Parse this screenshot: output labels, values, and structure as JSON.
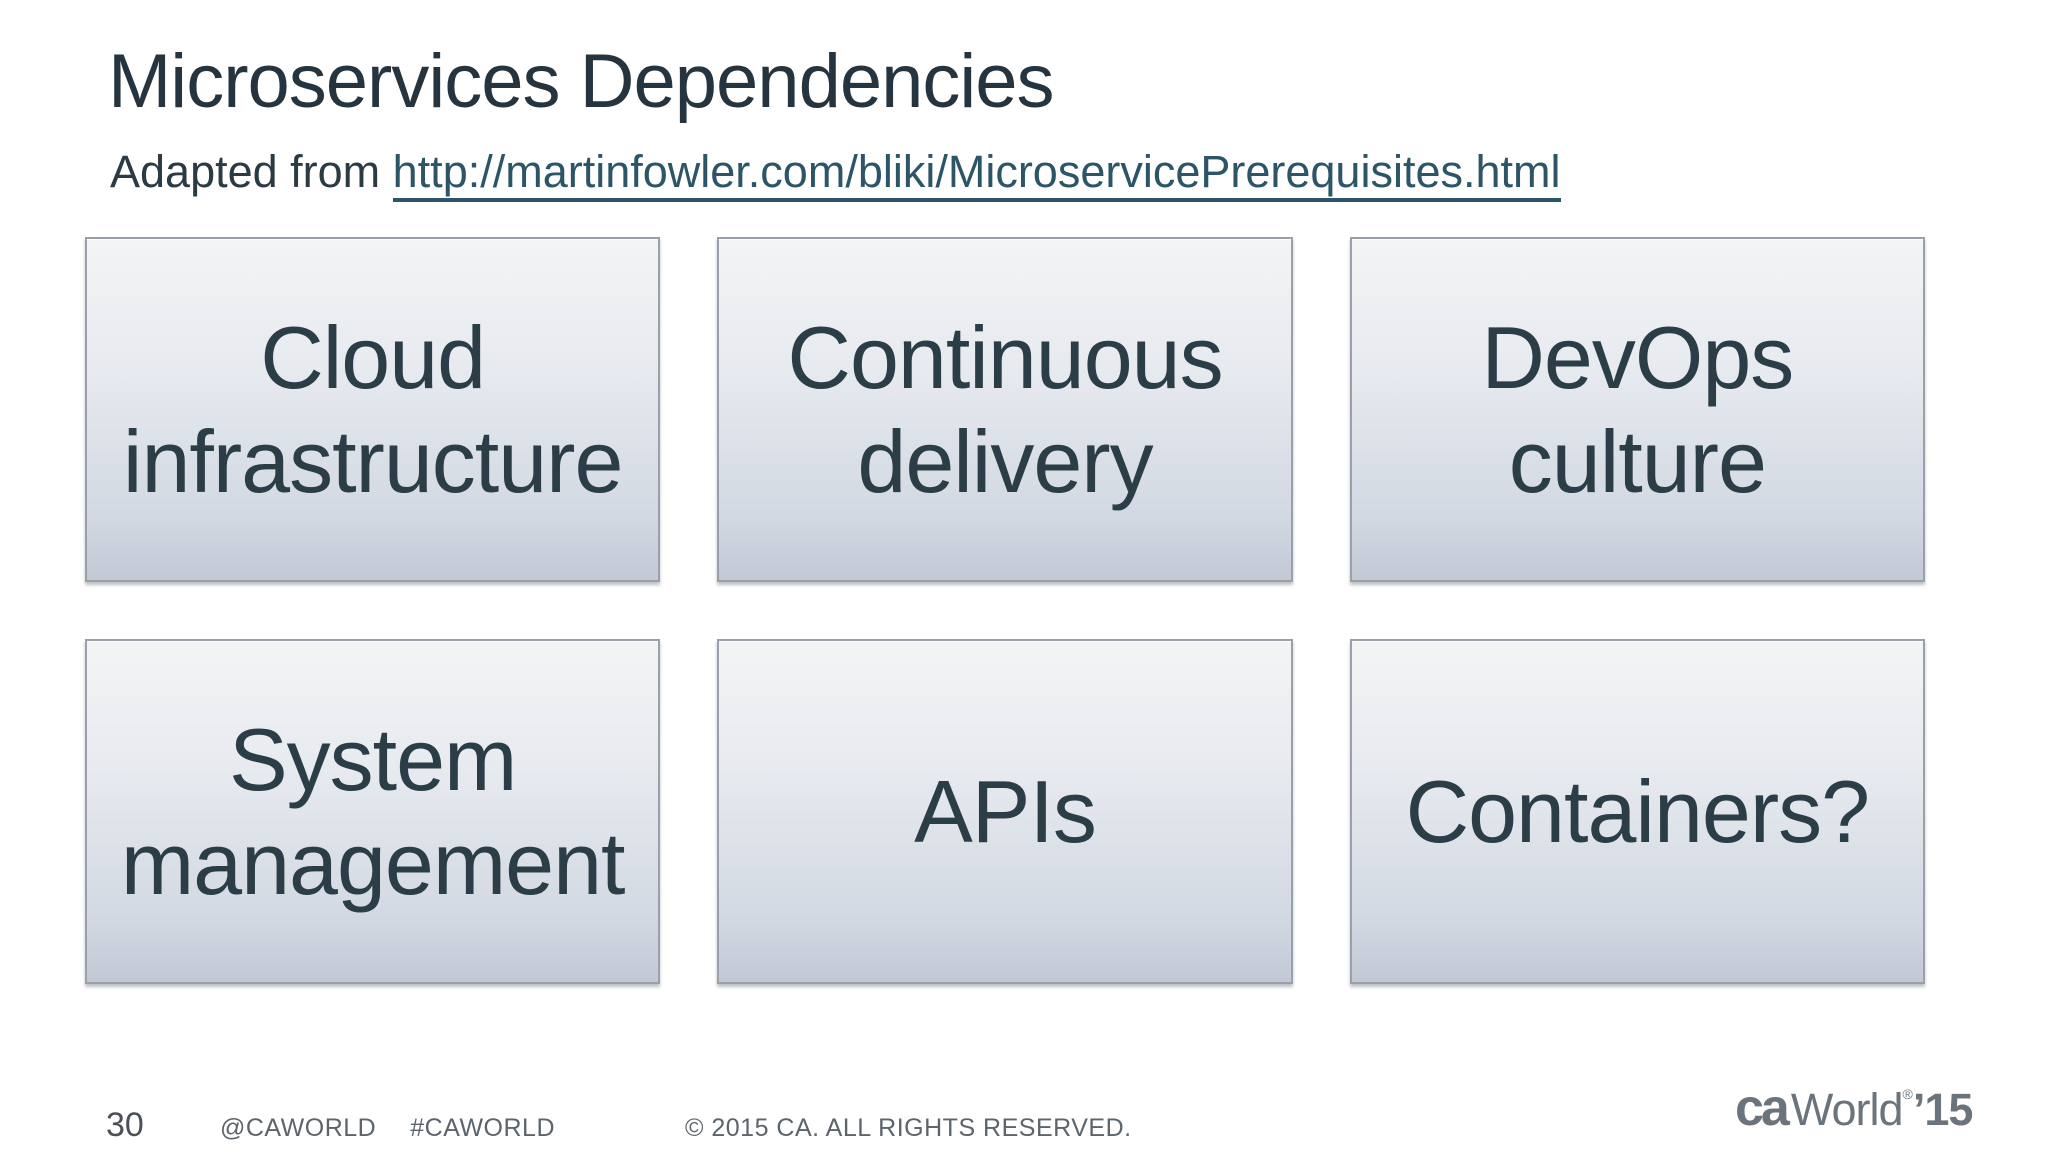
{
  "slide": {
    "title": "Microservices Dependencies",
    "subtitle": {
      "prefix": "Adapted from ",
      "link": "http://martinfowler.com/bliki/MicroservicePrerequisites.html"
    },
    "boxes": [
      {
        "label": "Cloud\ninfrastructure"
      },
      {
        "label": "Continuous\ndelivery"
      },
      {
        "label": "DevOps\nculture"
      },
      {
        "label": "System\nmanagement"
      },
      {
        "label": "APIs"
      },
      {
        "label": "Containers?"
      }
    ],
    "footer": {
      "page_number": "30",
      "handle": "@CAWORLD",
      "hashtag": "#CAWORLD",
      "copyright": "© 2015 CA. ALL RIGHTS RESERVED.",
      "logo": {
        "ca": "ca",
        "world": "World",
        "reg": "®",
        "year": "’15"
      }
    },
    "colors": {
      "title_text": "#25343e",
      "box_text": "#2b3d47",
      "link_text": "#2c5568",
      "box_gradient_top": "#f3f4f5",
      "box_gradient_bottom": "#c2c9d5",
      "box_border": "#9aa0a7",
      "footer_text": "#5c646c",
      "logo_gray": "#6b747c",
      "background": "#ffffff"
    }
  }
}
